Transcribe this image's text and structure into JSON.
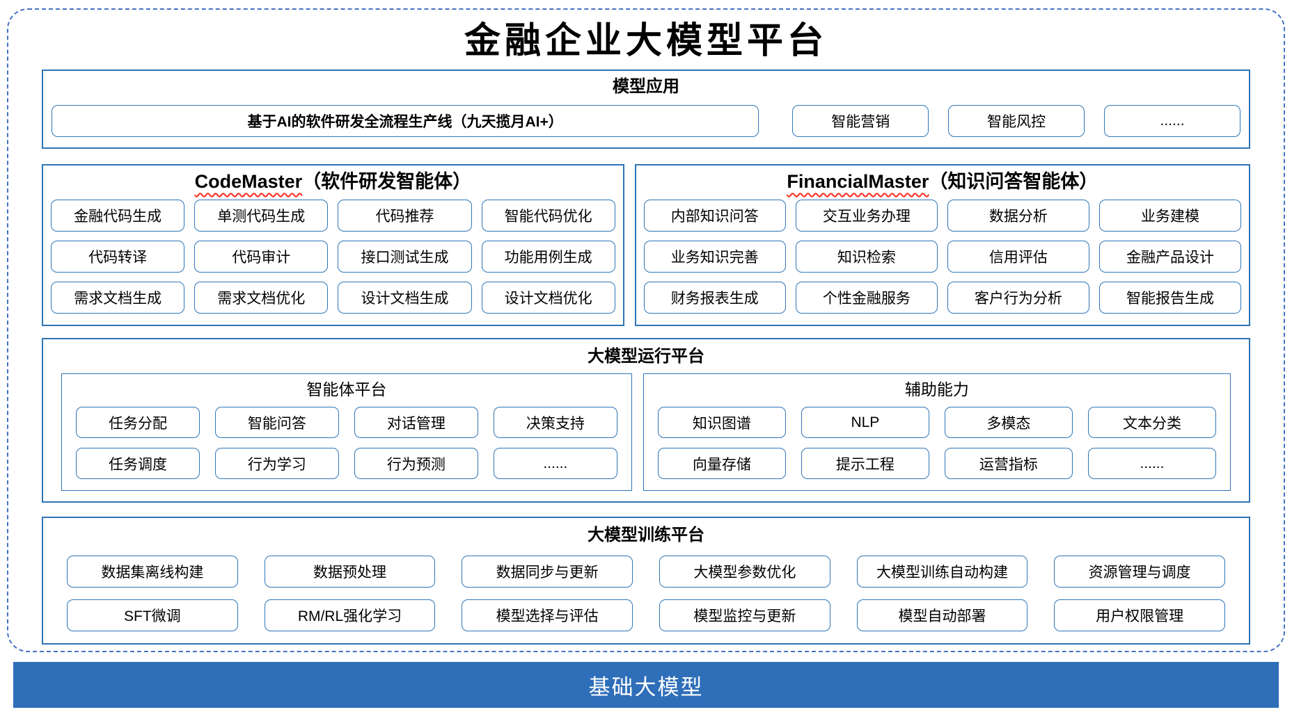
{
  "title": "金融企业大模型平台",
  "colors": {
    "dash_border": "#4472C4",
    "panel_border": "#2E74B5",
    "chip_border": "#2E75B6",
    "foundation_bar": "#2F6EB9",
    "squiggle_red": "#FF2A1A"
  },
  "model_application": {
    "title": "模型应用",
    "main_item": "基于AI的软件研发全流程生产线（九天揽月AI+）",
    "items": [
      "智能营销",
      "智能风控",
      "......"
    ]
  },
  "code_master": {
    "title_en": "CodeMaster",
    "title_zh": "（软件研发智能体）",
    "items": [
      "金融代码生成",
      "单测代码生成",
      "代码推荐",
      "智能代码优化",
      "代码转译",
      "代码审计",
      "接口测试生成",
      "功能用例生成",
      "需求文档生成",
      "需求文档优化",
      "设计文档生成",
      "设计文档优化"
    ]
  },
  "financial_master": {
    "title_en": "FinancialMaster",
    "title_zh": "（知识问答智能体）",
    "items": [
      "内部知识问答",
      "交互业务办理",
      "数据分析",
      "业务建模",
      "业务知识完善",
      "知识检索",
      "信用评估",
      "金融产品设计",
      "财务报表生成",
      "个性金融服务",
      "客户行为分析",
      "智能报告生成"
    ]
  },
  "runtime_platform": {
    "title": "大模型运行平台",
    "agent_platform": {
      "title": "智能体平台",
      "items": [
        "任务分配",
        "智能问答",
        "对话管理",
        "决策支持",
        "任务调度",
        "行为学习",
        "行为预测",
        "......"
      ]
    },
    "auxiliary": {
      "title": "辅助能力",
      "items": [
        "知识图谱",
        "NLP",
        "多模态",
        "文本分类",
        "向量存储",
        "提示工程",
        "运营指标",
        "......"
      ]
    }
  },
  "training_platform": {
    "title": "大模型训练平台",
    "items": [
      "数据集离线构建",
      "数据预处理",
      "数据同步与更新",
      "大模型参数优化",
      "大模型训练自动构建",
      "资源管理与调度",
      "SFT微调",
      "RM/RL强化学习",
      "模型选择与评估",
      "模型监控与更新",
      "模型自动部署",
      "用户权限管理"
    ]
  },
  "foundation": {
    "title": "基础大模型"
  }
}
